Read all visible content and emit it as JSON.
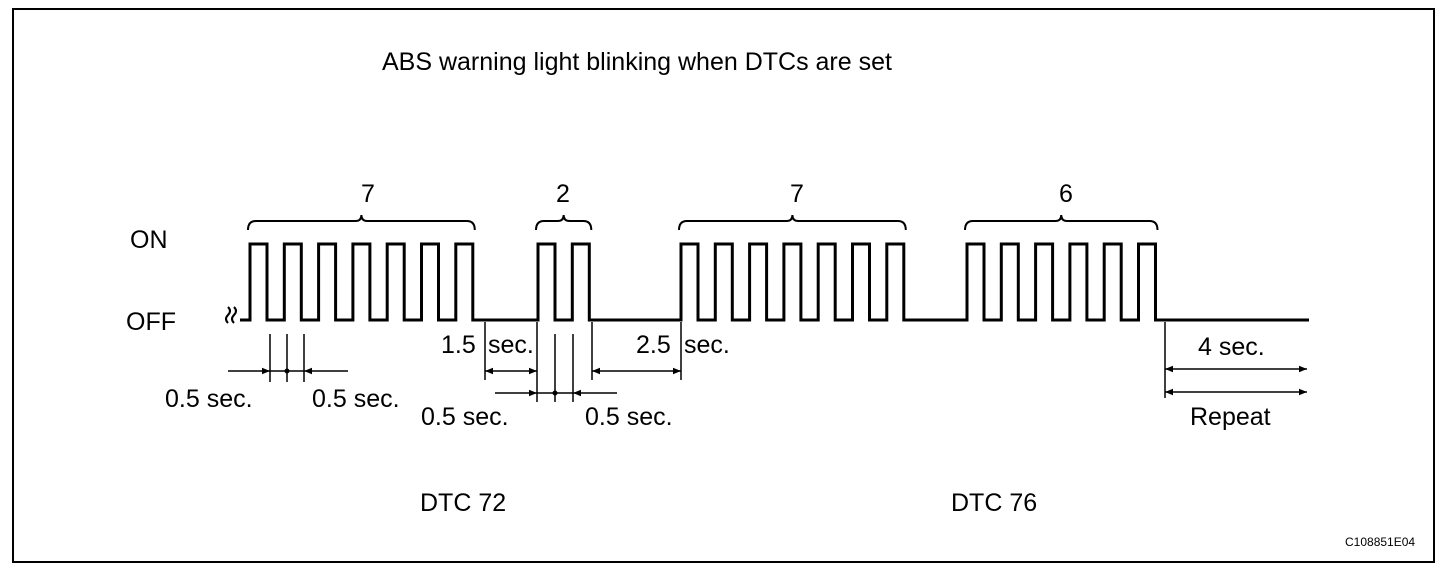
{
  "title": "ABS warning light blinking when DTCs are set",
  "states": {
    "on": "ON",
    "off": "OFF"
  },
  "pulse_groups": [
    {
      "count": 7,
      "label": "7"
    },
    {
      "count": 2,
      "label": "2"
    },
    {
      "count": 7,
      "label": "7"
    },
    {
      "count": 6,
      "label": "6"
    }
  ],
  "timing": {
    "pulse_on": "0.5 sec.",
    "pulse_off": "0.5 sec.",
    "pulse_on_2": "0.5 sec.",
    "pulse_off_2": "0.5 sec.",
    "digit_gap_value": "1.5",
    "digit_gap_unit": "sec.",
    "code_gap_value": "2.5",
    "code_gap_unit": "sec.",
    "repeat_gap": "4 sec.",
    "repeat": "Repeat"
  },
  "dtc_labels": [
    "DTC 72",
    "DTC 76"
  ],
  "figure_id": "C108851E04"
}
